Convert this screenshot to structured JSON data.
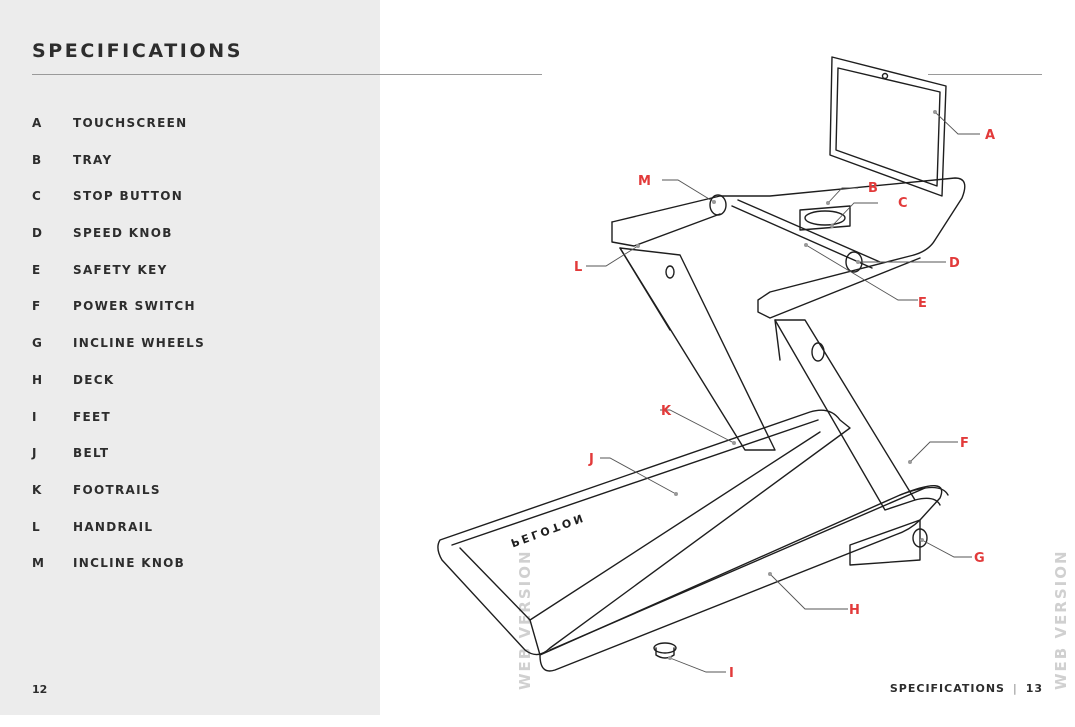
{
  "left_page": {
    "title": "SPECIFICATIONS",
    "page_number": "12",
    "specs": [
      {
        "letter": "A",
        "name": "TOUCHSCREEN"
      },
      {
        "letter": "B",
        "name": "TRAY"
      },
      {
        "letter": "C",
        "name": "STOP BUTTON"
      },
      {
        "letter": "D",
        "name": "SPEED KNOB"
      },
      {
        "letter": "E",
        "name": "SAFETY KEY"
      },
      {
        "letter": "F",
        "name": "POWER SWITCH"
      },
      {
        "letter": "G",
        "name": "INCLINE WHEELS"
      },
      {
        "letter": "H",
        "name": "DECK"
      },
      {
        "letter": "I",
        "name": "FEET"
      },
      {
        "letter": "J",
        "name": "BELT"
      },
      {
        "letter": "K",
        "name": "FOOTRAILS"
      },
      {
        "letter": "L",
        "name": "HANDRAIL"
      },
      {
        "letter": "M",
        "name": "INCLINE KNOB"
      }
    ]
  },
  "right_page": {
    "footer_section": "SPECIFICATIONS",
    "footer_separator": "|",
    "page_number": "13",
    "watermark": "WEB VERSION",
    "deck_brand": "PELOTON",
    "callouts": [
      "A",
      "B",
      "C",
      "D",
      "E",
      "F",
      "G",
      "H",
      "I",
      "J",
      "K",
      "L",
      "M"
    ]
  },
  "colors": {
    "accent_red": "#e23a3a",
    "left_bg": "#ececec",
    "text": "#2d2d2d"
  }
}
